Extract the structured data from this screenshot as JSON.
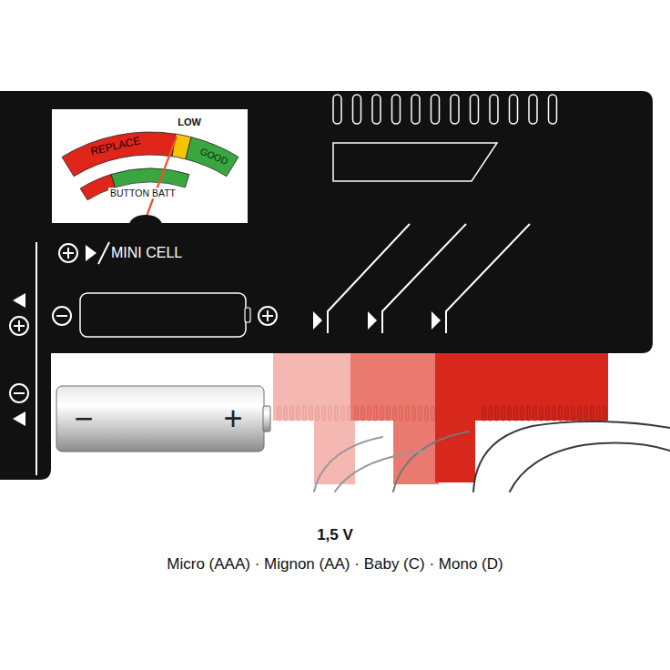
{
  "diagram": {
    "title": "1,5 V",
    "caption": "Micro (AAA) · Mignon (AA) · Baby (C) · Mono (D)",
    "nodes": [
      {
        "text": [
          "LOW",
          "REPLACE",
          "GOOD",
          "BUTTON BATT"
        ]
      }
    ],
    "labels": [
      "MINI CELL",
      "−",
      "+"
    ]
  }
}
